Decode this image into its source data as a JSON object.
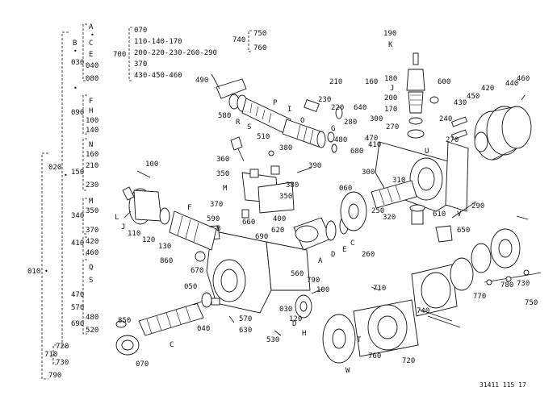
{
  "tree": {
    "root": "010",
    "level1": [
      "020",
      "720",
      "730",
      "790",
      "710"
    ],
    "level2": [
      "B",
      "030",
      "090",
      "150",
      "340",
      "410",
      "470",
      "570",
      "690"
    ],
    "level3": [
      "A",
      "C",
      "E",
      "040",
      "080",
      "F",
      "H",
      "100",
      "140",
      "N",
      "160",
      "210",
      "230",
      "M",
      "350",
      "370",
      "420",
      "460",
      "Q",
      "S",
      "480",
      "520"
    ]
  },
  "legend": {
    "l700": "700",
    "l700_items": [
      "070",
      "110-140-170",
      "200-220-230-260-290",
      "370",
      "430-450-460"
    ],
    "l740": "740",
    "l740_items": [
      "750",
      "760"
    ]
  },
  "callouts": {
    "c190": "190",
    "cK": "K",
    "c180": "180",
    "cJ": "J",
    "c200": "200",
    "c170": "170",
    "c600": "600",
    "c430": "430",
    "c450": "450",
    "c420": "420",
    "c440": "440",
    "c460": "460",
    "c210": "210",
    "c160": "160",
    "c230": "230",
    "c220": "220",
    "c640": "640",
    "c280": "280",
    "c300": "300",
    "c270": "270",
    "c240": "240",
    "c270b": "270",
    "c680": "680",
    "c410": "410",
    "c470": "470",
    "c480": "480",
    "cU": "U",
    "c290": "290",
    "c310": "310",
    "c300b": "300",
    "c490": "490",
    "c580": "580",
    "cR": "R",
    "cS": "S",
    "c510": "510",
    "cP": "P",
    "cI": "I",
    "cO": "O",
    "cG": "G",
    "c380": "380",
    "c380b": "380",
    "c390": "390",
    "c360": "360",
    "c350": "350",
    "c350b": "350",
    "cM": "M",
    "c370": "370",
    "c400": "400",
    "c660": "660",
    "c100": "100",
    "cF": "F",
    "c590": "590",
    "cB": "B",
    "c690": "690",
    "c620": "620",
    "c060": "060",
    "c250": "250",
    "c320": "320",
    "c260": "260",
    "c650": "650",
    "c610": "610",
    "cL": "L",
    "c110": "110",
    "c120": "120",
    "c130": "130",
    "cJb": "J",
    "cE": "E",
    "cD": "D",
    "cA": "A",
    "cC": "C",
    "c670": "670",
    "c860": "860",
    "c050": "050",
    "c790": "790",
    "c560": "560",
    "c100b": "100",
    "c040": "040",
    "c570": "570",
    "c630": "630",
    "c030": "030",
    "c120b": "120",
    "cH": "H",
    "cD2": "D",
    "c530": "530",
    "c850": "850",
    "c070": "070",
    "cC2": "C",
    "c770": "770",
    "c780": "780",
    "c730": "730",
    "c750": "750",
    "c710": "710",
    "c760": "760",
    "c720": "720",
    "cT": "T",
    "cW": "W",
    "cV": "V",
    "c740": "740"
  },
  "drawing_code": "31411 115 17"
}
